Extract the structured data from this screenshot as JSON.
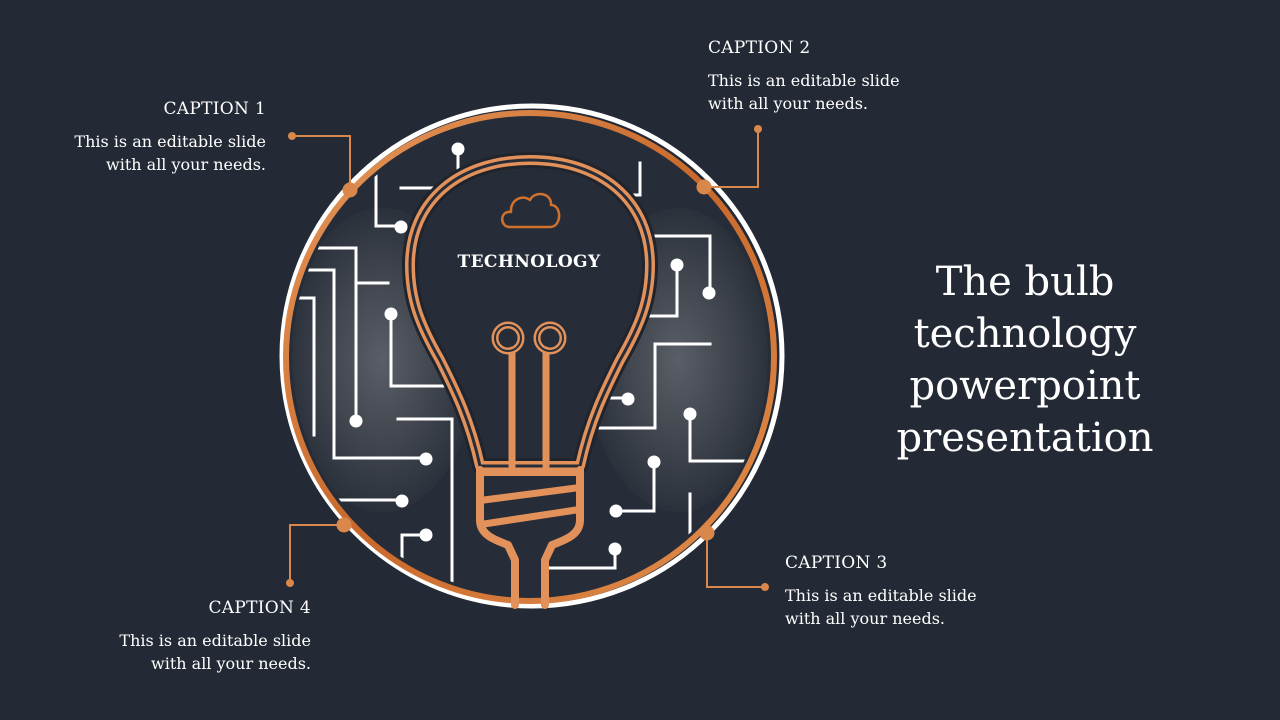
{
  "slide": {
    "title": "The bulb technology powerpoint presentation",
    "center_label": "TECHNOLOGY",
    "accent_color": "#d0722c",
    "background_color": "#232a35"
  },
  "captions": [
    {
      "id": "cap1",
      "title": "CAPTION 1",
      "body_line1": "This is an editable slide",
      "body_line2": "with all your needs."
    },
    {
      "id": "cap2",
      "title": "CAPTION 2",
      "body_line1": "This is an editable slide",
      "body_line2": "with all your needs."
    },
    {
      "id": "cap3",
      "title": "CAPTION 3",
      "body_line1": "This is an editable slide",
      "body_line2": "with all your needs."
    },
    {
      "id": "cap4",
      "title": "CAPTION 4",
      "body_line1": "This is an editable slide",
      "body_line2": "with all your needs."
    }
  ],
  "icons": {
    "bulb": "lightbulb-icon",
    "cloud": "cloud-icon"
  }
}
